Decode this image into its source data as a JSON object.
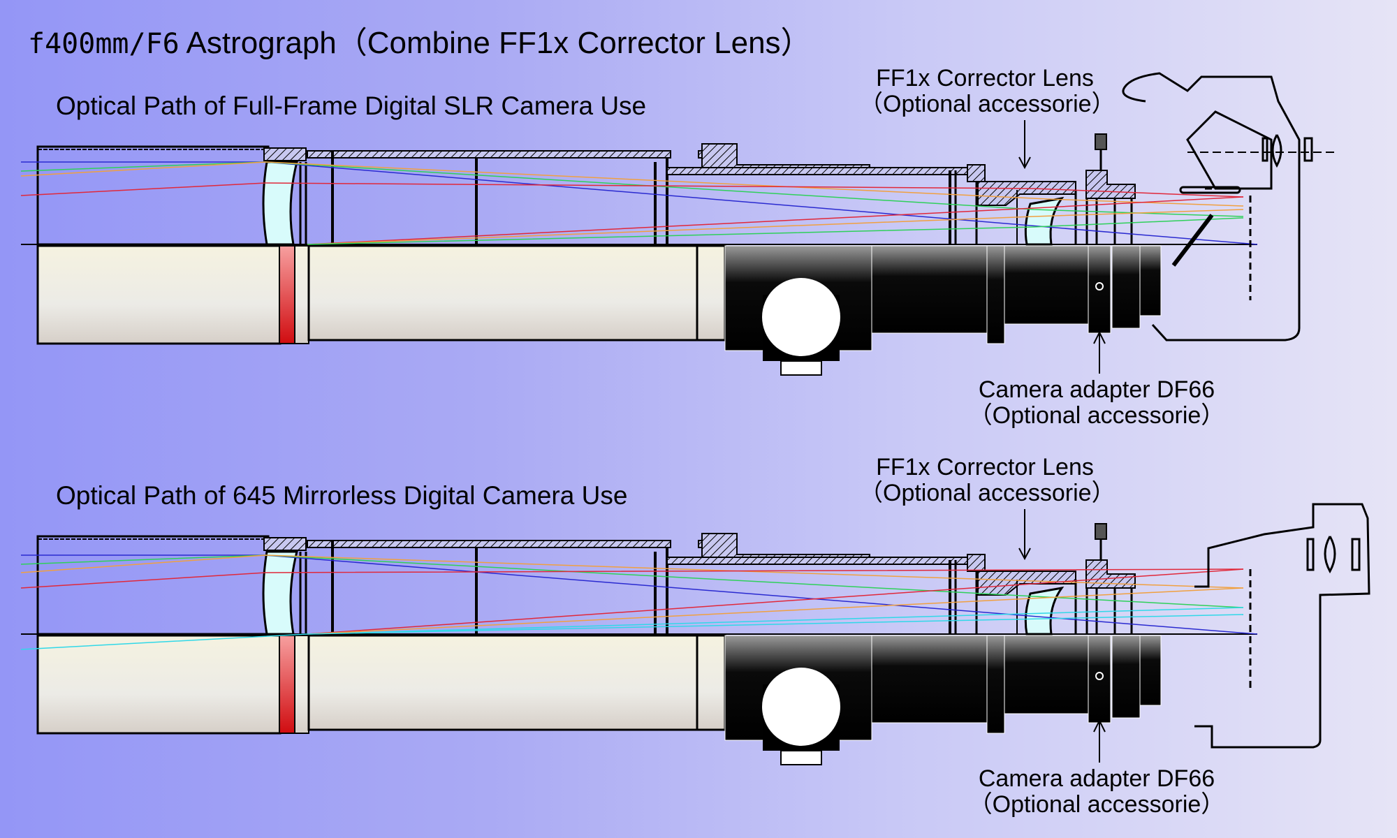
{
  "title": {
    "prefix": "f400mm/F6",
    "text": " Astrograph（Combine  FF1x Corrector Lens）"
  },
  "diagrams": [
    {
      "subtitle": "Optical Path of Full-Frame Digital SLR Camera Use",
      "corrector_label": [
        "FF1x Corrector Lens",
        "（Optional accessorie）"
      ],
      "adapter_label": [
        "Camera adapter DF66",
        "（Optional accessorie）"
      ],
      "camera_type": "full-frame-dslr"
    },
    {
      "subtitle": "Optical Path of 645 Mirrorless Digital Camera Use",
      "corrector_label": [
        "FF1x Corrector Lens",
        "（Optional accessorie）"
      ],
      "adapter_label": [
        "Camera adapter DF66",
        "（Optional accessorie）"
      ],
      "camera_type": "645-mirrorless"
    }
  ],
  "colors": {
    "ray_blue": "#2a2ad0",
    "ray_green": "#2fd05a",
    "ray_orange": "#f0a040",
    "ray_red": "#e0283a",
    "ray_cyan": "#30d8e8",
    "tube_cream": "#f4f1e2",
    "glass": "#d8fbfb",
    "red_ring": "#d40f12"
  }
}
